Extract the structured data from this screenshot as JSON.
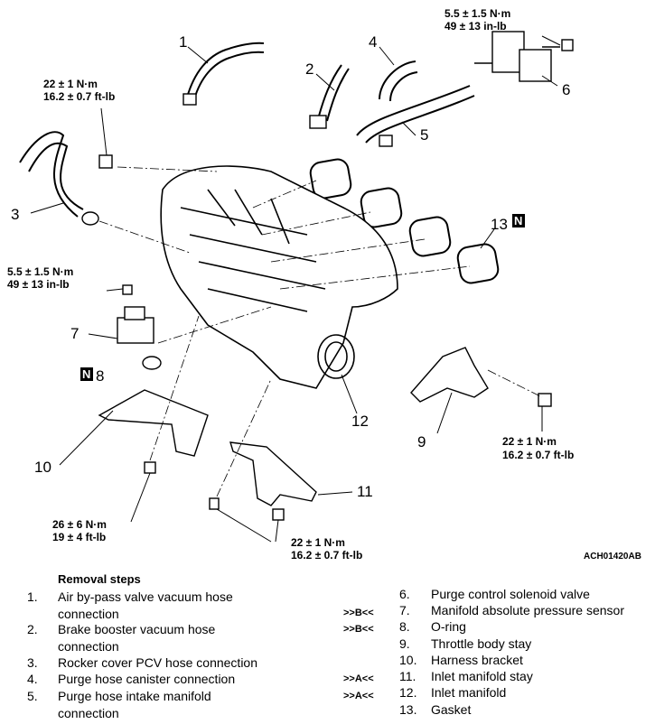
{
  "callouts": {
    "c1": "1",
    "c2": "2",
    "c3": "3",
    "c4": "4",
    "c5": "5",
    "c6": "6",
    "c7": "7",
    "c8": "8",
    "c9": "9",
    "c10": "10",
    "c11": "11",
    "c12": "12",
    "c13": "13",
    "new_part_mark": "N"
  },
  "torques": {
    "t_top_left_1": "22 ± 1 N·m",
    "t_top_left_2": "16.2 ± 0.7 ft-lb",
    "t_top_right_1": "5.5 ± 1.5 N·m",
    "t_top_right_2": "49 ± 13 in-lb",
    "t_mid_left_1": "5.5 ± 1.5 N·m",
    "t_mid_left_2": "49 ± 13 in-lb",
    "t_right_1": "22 ± 1 N·m",
    "t_right_2": "16.2 ± 0.7 ft-lb",
    "t_bottom_left_1": "26 ± 6 N·m",
    "t_bottom_left_2": "19 ± 4 ft-lb",
    "t_bottom_mid_1": "22 ± 1 N·m",
    "t_bottom_mid_2": "16.2 ± 0.7 ft-lb"
  },
  "figure_code": "ACH01420AB",
  "removal": {
    "title": "Removal steps",
    "left": [
      {
        "num": "1.",
        "line1": "Air by-pass valve vacuum hose",
        "line2": "connection",
        "ref": ">>B<<"
      },
      {
        "num": "2.",
        "line1": "Brake booster vacuum hose",
        "line2": "connection",
        "ref": ">>B<<"
      },
      {
        "num": "3.",
        "line1": "Rocker cover PCV hose connection",
        "line2": "",
        "ref": ""
      },
      {
        "num": "4.",
        "line1": "Purge hose canister connection",
        "line2": "",
        "ref": ">>A<<"
      },
      {
        "num": "5.",
        "line1": "Purge hose intake manifold",
        "line2": "connection",
        "ref": ">>A<<"
      }
    ],
    "right": [
      {
        "num": "6.",
        "text": "Purge control solenoid valve"
      },
      {
        "num": "7.",
        "text": "Manifold absolute pressure sensor"
      },
      {
        "num": "8.",
        "text": "O-ring"
      },
      {
        "num": "9.",
        "text": "Throttle body stay"
      },
      {
        "num": "10.",
        "text": "Harness bracket"
      },
      {
        "num": "11.",
        "text": "Inlet manifold stay"
      },
      {
        "num": "12.",
        "text": "Inlet manifold"
      },
      {
        "num": "13.",
        "text": "Gasket"
      }
    ]
  }
}
